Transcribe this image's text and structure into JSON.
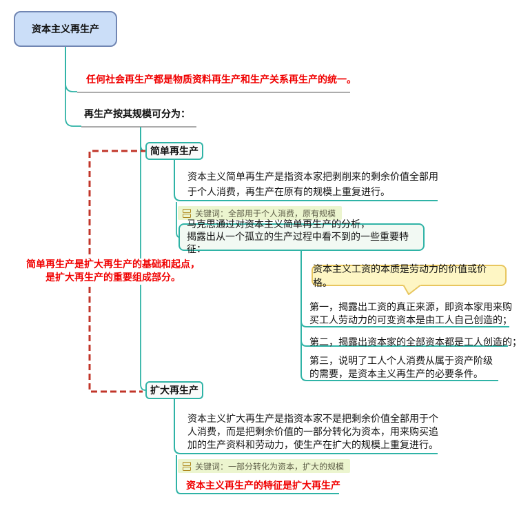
{
  "root": {
    "title": "资本主义再生产"
  },
  "notes": {
    "unity": "任何社会再生产都是物质资料再生产和生产关系再生产的统一。",
    "scale_intro": "再生产按其规模可分为："
  },
  "simple": {
    "title": "简单再生产",
    "definition": "资本主义简单再生产是指资本家把剥削来的剩余价值全部用\n于个人消费，再生产在原有的规模上重复进行。",
    "keyword": "关键词：全部用于个人消费，原有规模",
    "analysis": "马克思通过对资本主义简单再生产的分析，\n揭露出从一个孤立的生产过程中看不到的一些重要特征：",
    "callout": "资本主义工资的本质是劳动力的价值或价格。",
    "features": [
      "第一，揭露出工资的真正来源，即资本家用来购\n买工人劳动力的可变资本是由工人自己创造的；",
      "第二，揭露出资本家的全部资本都是工人创造的；",
      "第三，说明了工人个人消费从属于资产阶级\n的需要，是资本主义再生产的必要条件。"
    ]
  },
  "expanded": {
    "title": "扩大再生产",
    "definition": "资本主义扩大再生产是指资本家不是把剩余价值全部用于个\n人消费，而是把剩余价值的一部分转化为资本，用来购买追\n加的生产资料和劳动力，使生产在扩大的规模上重复进行。",
    "keyword": "关键词：一部分转化为资本，扩大的规模",
    "conclusion": "资本主义再生产的特征是扩大再生产"
  },
  "relationship": {
    "label": "简单再生产是扩大再生产的基础和起点，\n是扩大再生产的重要组成部分。"
  },
  "colors": {
    "branch_teal": "#2fb3a6",
    "underline_gray": "#909090",
    "relationship_red": "#c13529",
    "text_red": "#f00000",
    "root_fill": "#cbdef8",
    "root_border": "#7186b3",
    "keyword_bg": "#ecf5cf",
    "keyword_icon": "#b08a1f",
    "callout_fill": "#fef6c4",
    "callout_border": "#e8c65f",
    "analysis_fill": "#f2f9f3"
  }
}
